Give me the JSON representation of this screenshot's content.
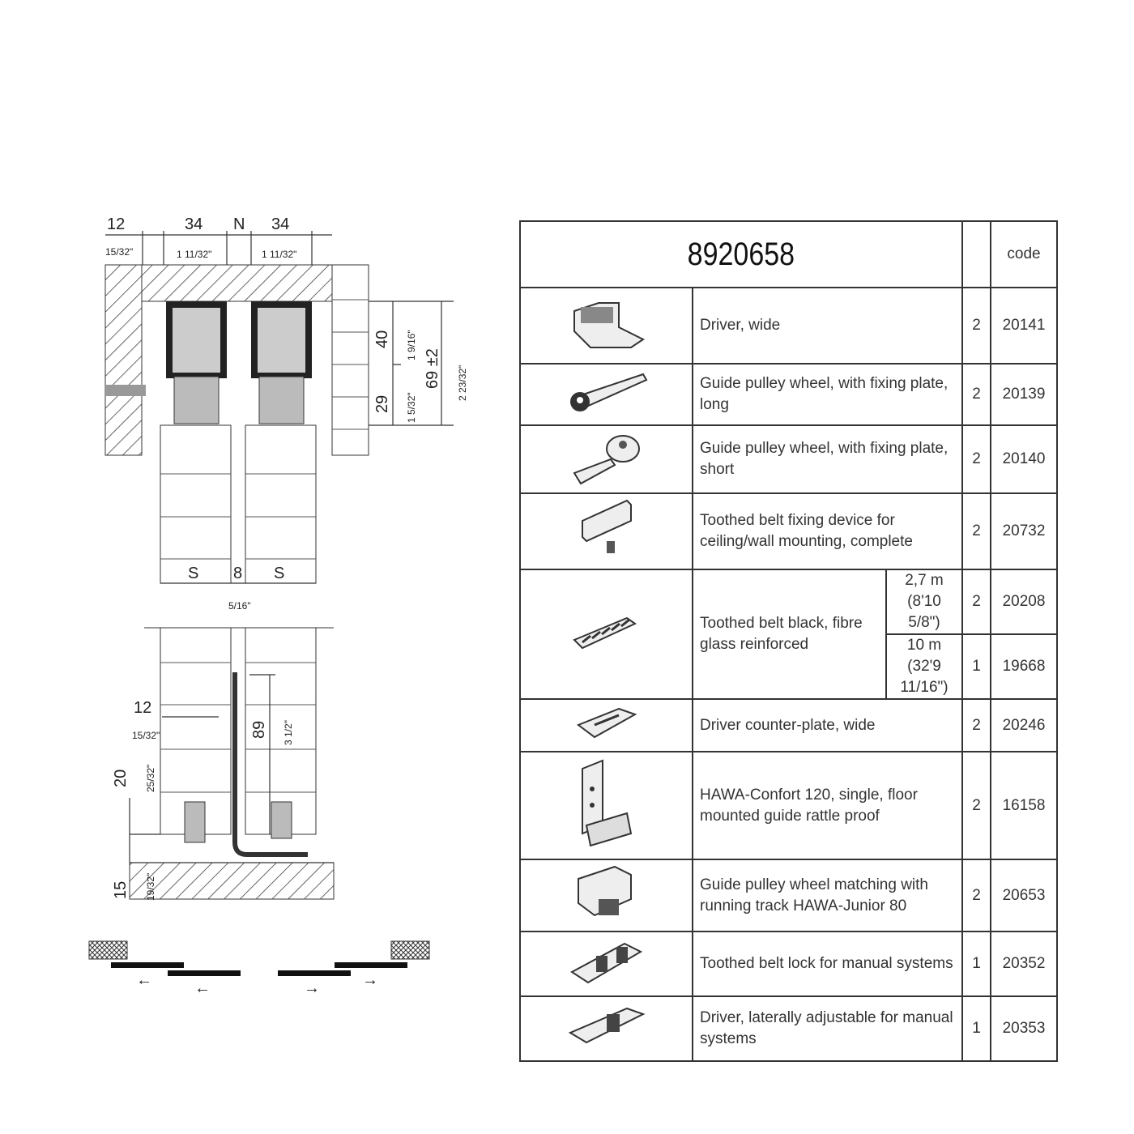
{
  "drawing": {
    "top_dims": {
      "left_mm": "12",
      "left_in": "15/32\"",
      "width1_mm": "34",
      "width1_in": "1 11/32\"",
      "gap_label": "N",
      "width2_mm": "34",
      "width2_in": "1 11/32\""
    },
    "side_dims": {
      "upper_mm": "40",
      "upper_in": "1 9/16\"",
      "lower_mm": "29",
      "lower_in": "1 5/32\"",
      "total_mm": "69 ±2",
      "total_in": "2 23/32\""
    },
    "door_dims": {
      "s_left": "S",
      "gap_mm": "8",
      "s_right": "S",
      "gap_in": "5/16\""
    },
    "floor_dims": {
      "offset_mm": "12",
      "offset_in": "15/32\"",
      "guide_mm": "89",
      "guide_in": "3 1/2\"",
      "height_mm": "20",
      "height_in": "25/32\"",
      "depth_mm": "15",
      "depth_in": "19/32\""
    }
  },
  "table": {
    "article_number": "8920658",
    "code_header": "code",
    "rows": [
      {
        "icon": "driver-wide",
        "description": "Driver, wide",
        "qty": "2",
        "code": "20141"
      },
      {
        "icon": "guide-pulley-long",
        "description": "Guide pulley wheel, with fixing plate, long",
        "qty": "2",
        "code": "20139"
      },
      {
        "icon": "guide-pulley-short",
        "description": "Guide pulley wheel, with fixing plate, short",
        "qty": "2",
        "code": "20140"
      },
      {
        "icon": "belt-fixing-device",
        "description": "Toothed belt fixing device for ceiling/wall mounting, complete",
        "qty": "2",
        "code": "20732"
      },
      {
        "icon": "toothed-belt",
        "description": "Toothed belt black, fibre glass reinforced",
        "variants": [
          {
            "length": "2,7 m",
            "length_in": "(8'10 5/8\")",
            "qty": "2",
            "code": "20208"
          },
          {
            "length": "10 m",
            "length_in": "(32'9 11/16\")",
            "qty": "1",
            "code": "19668"
          }
        ]
      },
      {
        "icon": "driver-counter-plate",
        "description": "Driver counter-plate, wide",
        "qty": "2",
        "code": "20246"
      },
      {
        "icon": "floor-guide",
        "description": "HAWA-Confort 120, single, floor mounted guide rattle proof",
        "qty": "2",
        "code": "16158"
      },
      {
        "icon": "guide-pulley-junior",
        "description": "Guide pulley wheel matching with running track HAWA-Junior 80",
        "qty": "2",
        "code": "20653"
      },
      {
        "icon": "belt-lock",
        "description": "Toothed belt lock for manual systems",
        "qty": "1",
        "code": "20352"
      },
      {
        "icon": "driver-adjustable",
        "description": "Driver, laterally adjustable for manual systems",
        "qty": "1",
        "code": "20353"
      }
    ]
  }
}
